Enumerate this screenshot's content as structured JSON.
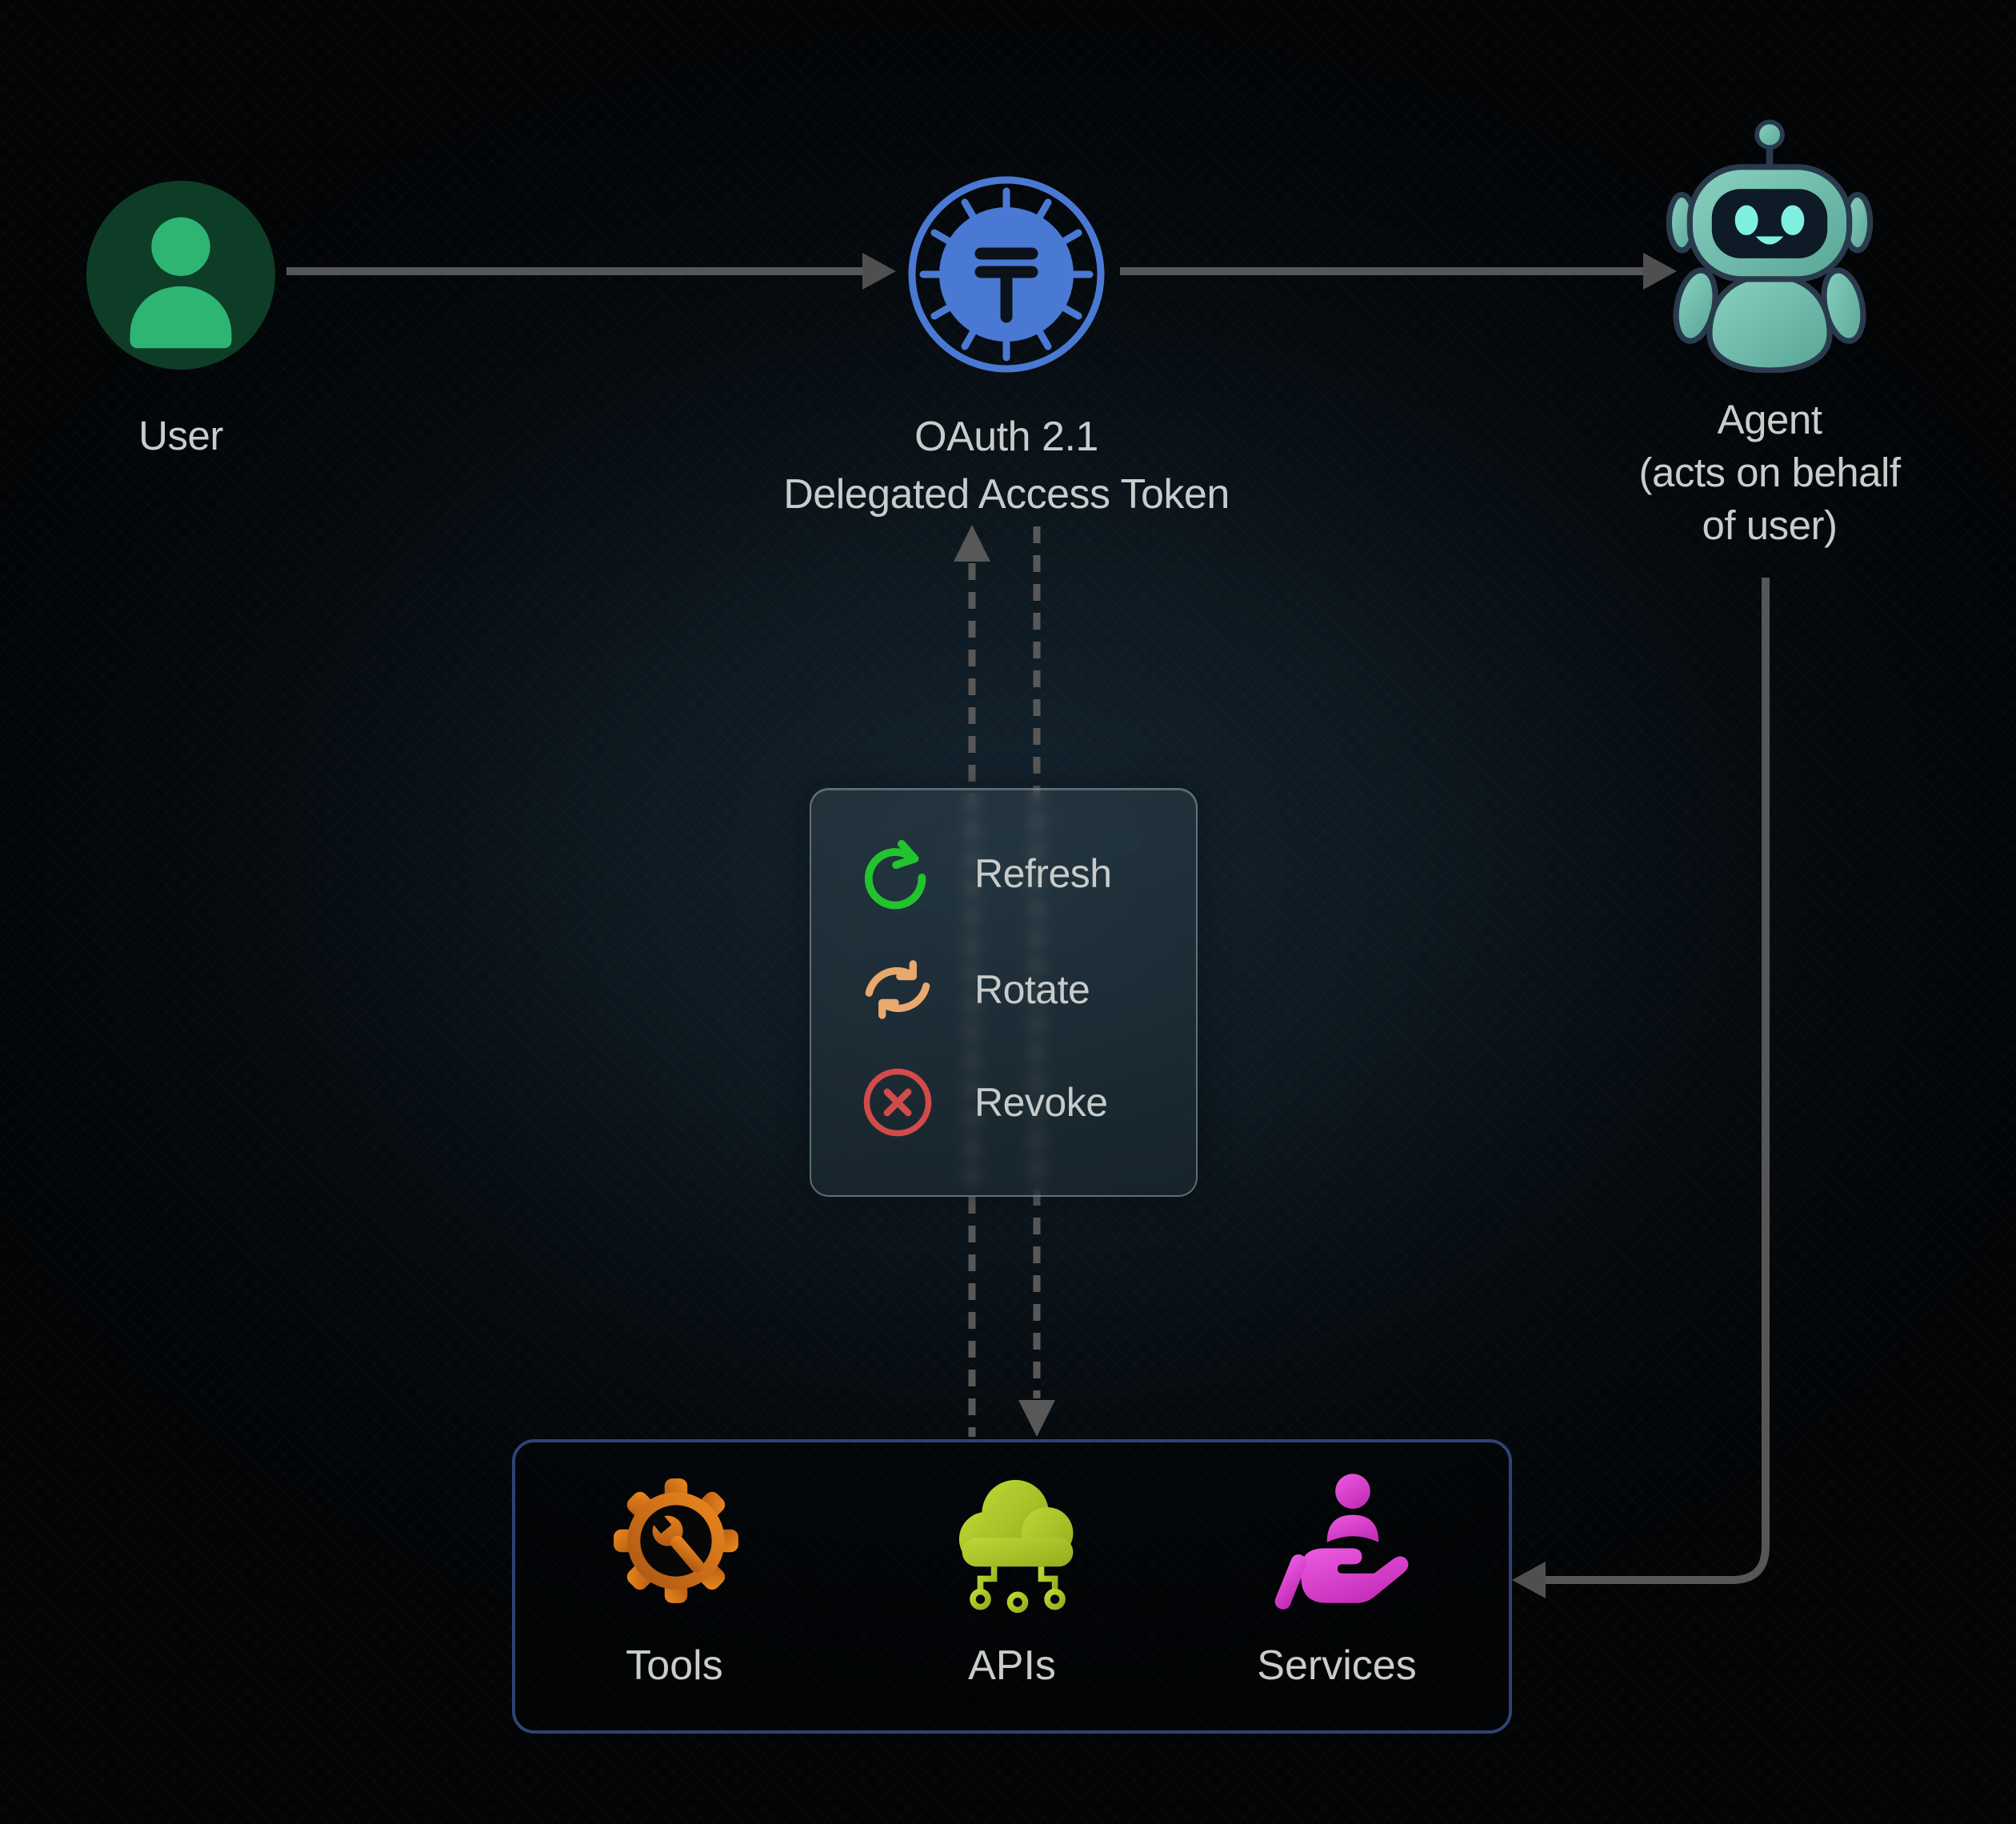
{
  "diagram": {
    "user": {
      "label": "User"
    },
    "token": {
      "label_line1": "OAuth 2.1",
      "label_line2": "Delegated Access Token"
    },
    "agent": {
      "label_line1": "Agent",
      "label_line2": "(acts on behalf",
      "label_line3": "of user)"
    },
    "lifecycle": {
      "items": [
        {
          "label": "Refresh",
          "icon": "refresh-icon",
          "color": "#22c32c"
        },
        {
          "label": "Rotate",
          "icon": "rotate-icon",
          "color": "#e9a96e"
        },
        {
          "label": "Revoke",
          "icon": "revoke-icon",
          "color": "#d24b4b"
        }
      ]
    },
    "resources": {
      "items": [
        {
          "label": "Tools",
          "icon": "tools-gear-icon",
          "color": "#e07d1e"
        },
        {
          "label": "APIs",
          "icon": "apis-cloud-icon",
          "color": "#a9c52e"
        },
        {
          "label": "Services",
          "icon": "services-hand-icon",
          "color": "#d94fd2"
        }
      ]
    },
    "colors": {
      "user_green": "#2fb573",
      "user_circle_bg": "#0e3d27",
      "token_blue": "#4a79d4",
      "agent_teal": "#6fc0b1",
      "connector_gray": "#565656",
      "resources_border": "#2e4372",
      "text": "#c9cccb"
    }
  }
}
